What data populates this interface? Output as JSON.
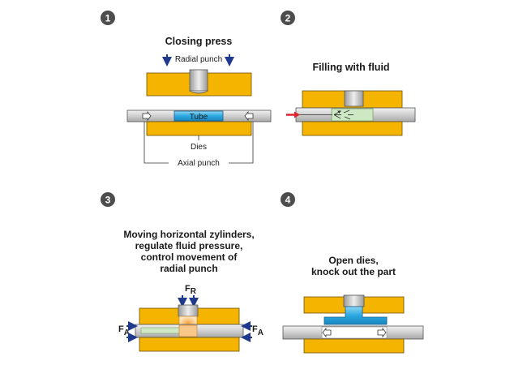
{
  "colors": {
    "die_yellow": "#f4b400",
    "steel": "#d8d8d8",
    "steel_dark": "#9a9a9a",
    "tube_blue": "#2aa8e0",
    "fluid_green": "#cfe8c4",
    "arrow_navy": "#1f3a8c",
    "arrow_red": "#e0242c",
    "heat_orange": "#f3a23a",
    "badge_gray": "#4d4d4d"
  },
  "steps": [
    {
      "number": "1",
      "title_lines": [
        "Closing press"
      ],
      "labels": {
        "radial_punch": "Radial punch",
        "tube": "Tube",
        "dies": "Dies",
        "axial_punch": "Axial punch"
      }
    },
    {
      "number": "2",
      "title_lines": [
        "Filling with fluid"
      ]
    },
    {
      "number": "3",
      "title_lines": [
        "Moving horizontal zylinders,",
        "regulate fluid pressure,",
        "control movement of",
        "radial punch"
      ],
      "labels": {
        "force_radial_main": "F",
        "force_radial_sub": "R",
        "force_axial_main": "F",
        "force_axial_sub": "A"
      }
    },
    {
      "number": "4",
      "title_lines": [
        "Open dies,",
        "knock out the part"
      ]
    }
  ]
}
